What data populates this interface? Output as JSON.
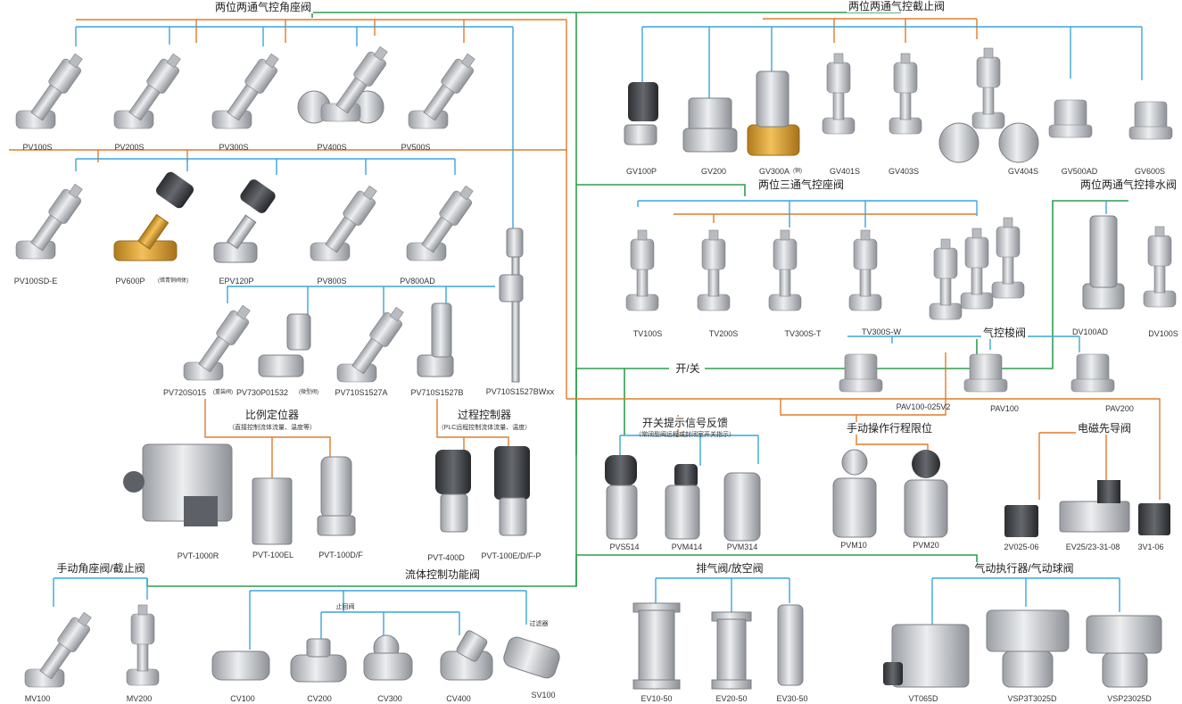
{
  "colors": {
    "blue": "#3aa6dc",
    "orange": "#e07b2a",
    "green": "#2e9e4f",
    "metal": "#d4d6da",
    "metal_dark": "#8d9096",
    "brass": "#e0a23a",
    "black": "#3a3c40"
  },
  "headings": {
    "angle_seat": "两位两通气控角座阀",
    "shutoff": "两位两通气控截止阀",
    "three_way": "两位三通气控座阀",
    "drain": "两位两通气控排水阀",
    "shuttle": "气控梭阀",
    "onoff": "开/关",
    "proportional": "比例定位器",
    "proportional_sub": "（直接控制流体流量、温度等）",
    "process": "过程控制器",
    "process_sub": "（PLC远程控制流体流量、温度）",
    "switch_feedback": "开关提示信号反馈",
    "switch_feedback_sub": "（常闭型阀远程或封闭室开关指示）",
    "manual_limit": "手动操作行程限位",
    "solenoid": "电磁先导阀",
    "manual_angle": "手动角座阀/截止阀",
    "fluid_control": "流体控制功能阀",
    "check_valve": "止回阀",
    "filter": "过滤器",
    "exhaust": "排气阀/放空阀",
    "actuator": "气动执行器/气动球阀"
  },
  "products": {
    "pv100s": "PV100S",
    "pv200s": "PV200S",
    "pv300s": "PV300S",
    "pv400s": "PV400S",
    "pv500s": "PV500S",
    "pv100sde": "PV100SD-E",
    "pv600p": "PV600P",
    "pv600p_note": "(错青铜阀体)",
    "epv120p": "EPV120P",
    "pv800s": "PV800S",
    "pv800ad": "PV800AD",
    "pv720": "PV720S015",
    "pv720_note": "(重装阀)",
    "pv730": "PV730P01532",
    "pv730_note": "(微型阀)",
    "pv710a": "PV710S1527A",
    "pv710b": "PV710S1527B",
    "pv710bw": "PV710S1527BWxx",
    "gv100p": "GV100P",
    "gv200": "GV200",
    "gv300a": "GV300A",
    "gv300a_note": "(铜)",
    "gv401s": "GV401S",
    "gv403s": "GV403S",
    "gv404s": "GV404S",
    "gv500ad": "GV500AD",
    "gv600s": "GV600S",
    "tv100s": "TV100S",
    "tv200s": "TV200S",
    "tv300st": "TV300S-T",
    "tv300sw": "TV300S-W",
    "dv100ad": "DV100AD",
    "dv100s": "DV100S",
    "pav100025": "PAV100-025V2",
    "pav100": "PAV100",
    "pav200": "PAV200",
    "pvt1000r": "PVT-1000R",
    "pvt100el": "PVT-100EL",
    "pvt100df": "PVT-100D/F",
    "pvt400d": "PVT-400D",
    "pvt100edf": "PVT-100E/D/F-P",
    "pvs514": "PVS514",
    "pvm414": "PVM414",
    "pvm314": "PVM314",
    "pvm10": "PVM10",
    "pvm20": "PVM20",
    "sv2v025": "2V025-06",
    "ev25": "EV25/23-31-08",
    "sv3v1": "3V1-06",
    "mv100": "MV100",
    "mv200": "MV200",
    "cv100": "CV100",
    "cv200": "CV200",
    "cv300": "CV300",
    "cv400": "CV400",
    "sv100": "SV100",
    "ev10": "EV10-50",
    "ev20": "EV20-50",
    "ev30": "EV30-50",
    "vt065d": "VT065D",
    "vsp3t": "VSP3T3025D",
    "vsp23": "VSP23025D"
  }
}
